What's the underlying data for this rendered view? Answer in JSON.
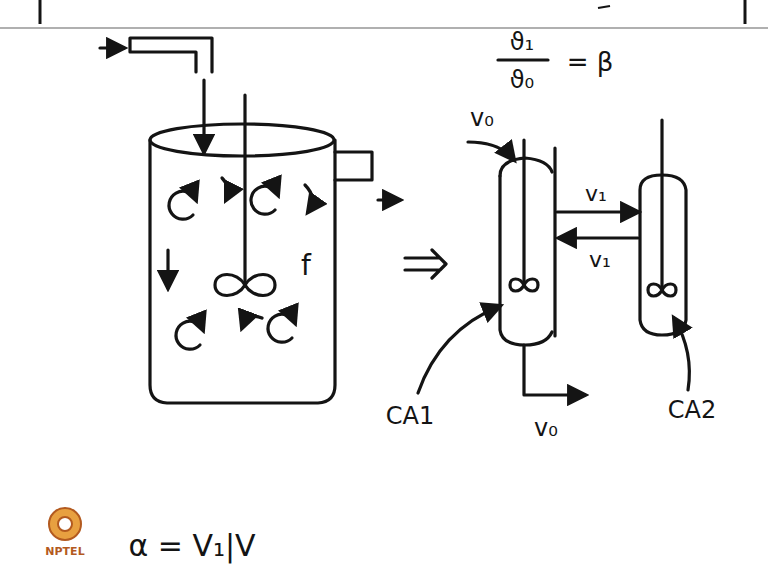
{
  "diagram": {
    "labels": [
      "ϑ₁",
      "ϑ₀",
      "= β",
      "f",
      "v₀",
      "v₁",
      "v₁",
      "CA1",
      "v₀",
      "CA2",
      "NPTEL",
      "α = V₁|V"
    ]
  }
}
